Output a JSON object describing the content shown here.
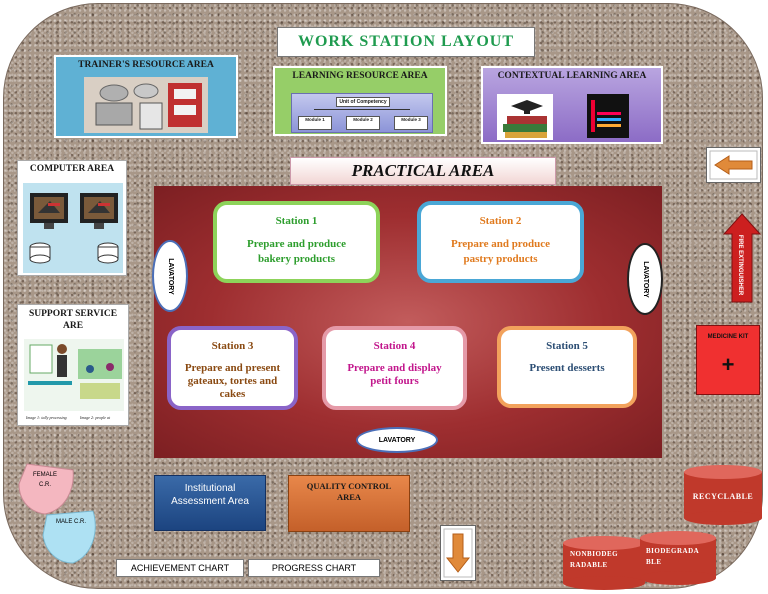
{
  "title": "WORK STATION LAYOUT",
  "areas": {
    "trainer": "TRAINER'S RESOURCE AREA",
    "learning": "LEARNING RESOURCE AREA",
    "contextual": "CONTEXTUAL LEARNING AREA",
    "computer": "COMPUTER  AREA",
    "support": "SUPPORT SERVICE ARE",
    "practical": "PRACTICAL AREA",
    "institutional": "Institutional Assessment Area",
    "quality": "QUALITY CONTROL AREA"
  },
  "learning_chart": {
    "top": "Unit of Competency",
    "modules": [
      "Module 1",
      "Module 2",
      "Module 3"
    ]
  },
  "stations": [
    {
      "title": "Station 1",
      "desc": "Prepare and produce bakery products",
      "color": "#2e9e2e",
      "border": "#8dd35a"
    },
    {
      "title": "Station 2",
      "desc": "Prepare and produce pastry products",
      "color": "#e07a1e",
      "border": "#4aa7d6"
    },
    {
      "title": "Station 3",
      "desc": "Prepare and present gateaux, tortes and cakes",
      "color": "#8a4a12",
      "border": "#8a64c8"
    },
    {
      "title": "Station 4",
      "desc": "Prepare and display petit fours",
      "color": "#c2168c",
      "border": "#e59aa8"
    },
    {
      "title": "Station 5",
      "desc": "Present desserts",
      "color": "#2c4e74",
      "border": "#f2a25c"
    }
  ],
  "lavatory": "LAVATORY",
  "fire_extinguisher": "FIRE EXTINGUISHER",
  "medicine_kit": "MEDICINE KIT",
  "cr": {
    "female": "FEMALE C.R.",
    "male": "MALE C.R."
  },
  "charts": {
    "achievement": "ACHIEVEMENT CHART",
    "progress": "PROGRESS CHART"
  },
  "bins": {
    "recyclable": "RECYCLABLE",
    "nonbio": "NONBIODEG RADABLE",
    "bio": "BIODEGRADA BLE"
  },
  "support_captions": [
    "Image 1: tally processing",
    "Image 2: people at"
  ],
  "colors": {
    "title_green": "#1f9b4f",
    "practical_red": "#9e2e30",
    "bin_red": "#c0392b",
    "fire_red": "#cc1f1f"
  }
}
